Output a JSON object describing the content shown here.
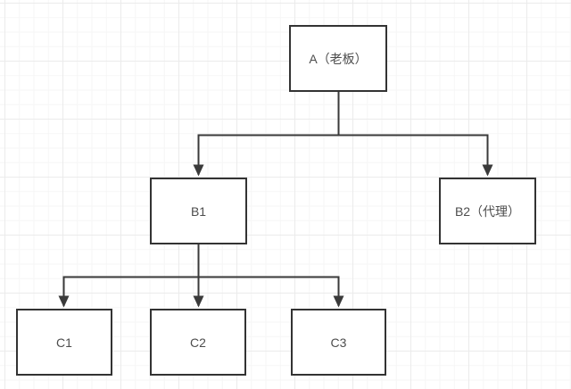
{
  "diagram": {
    "nodes": [
      {
        "id": "A",
        "label": "A（老板）"
      },
      {
        "id": "B1",
        "label": "B1"
      },
      {
        "id": "B2",
        "label": "B2（代理）"
      },
      {
        "id": "C1",
        "label": "C1"
      },
      {
        "id": "C2",
        "label": "C2"
      },
      {
        "id": "C3",
        "label": "C3"
      }
    ],
    "edges": [
      {
        "from": "A",
        "to": "B1"
      },
      {
        "from": "A",
        "to": "B2"
      },
      {
        "from": "B1",
        "to": "C1"
      },
      {
        "from": "B1",
        "to": "C2"
      },
      {
        "from": "B1",
        "to": "C3"
      }
    ],
    "colors": {
      "stroke": "#3a3a3a",
      "node_border": "#333333",
      "node_fill": "#ffffff",
      "text": "#4d4d4d",
      "grid_minor": "#f6f6f6",
      "grid_major": "#ebebeb",
      "background": "#ffffff"
    }
  }
}
